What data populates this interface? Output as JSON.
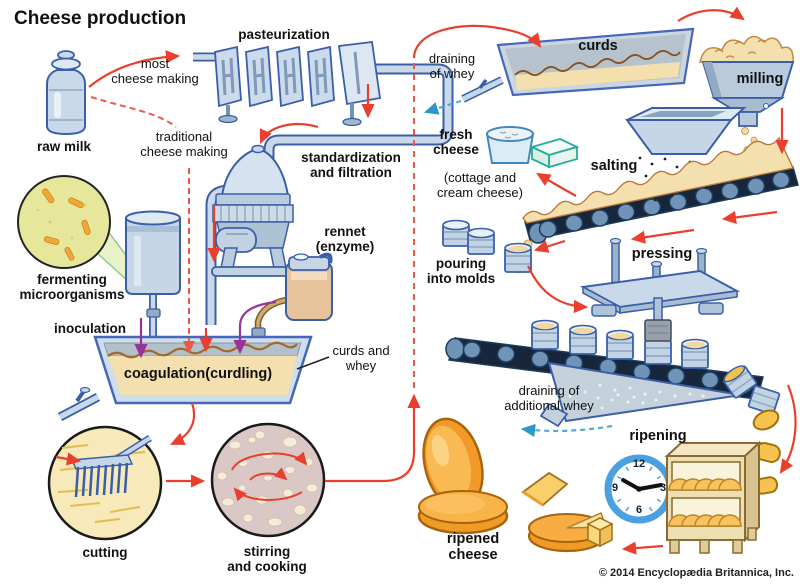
{
  "title": "Cheese production",
  "copyright": "© 2014 Encyclopædia Britannica, Inc.",
  "labels": {
    "raw_milk": "raw milk",
    "most_cheese_making": "most\ncheese making",
    "pasteurization": "pasteurization",
    "traditional_cheese_making": "traditional\ncheese making",
    "standardization_filtration": "standardization\nand filtration",
    "rennet": "rennet\n(enzyme)",
    "fermenting_microorganisms": "fermenting\nmicroorganisms",
    "inoculation": "inoculation",
    "coagulation": "coagulation(curdling)",
    "curds_and_whey": "curds and\nwhey",
    "cutting": "cutting",
    "stirring_cooking": "stirring\nand cooking",
    "draining_of_whey": "draining\nof whey",
    "curds": "curds",
    "milling": "milling",
    "fresh_cheese": "fresh\ncheese",
    "cottage_cream": "(cottage and\ncream cheese)",
    "salting": "salting",
    "pouring_into_molds": "pouring\ninto molds",
    "pressing": "pressing",
    "draining_additional_whey": "draining of\nadditional whey",
    "ripening": "ripening",
    "ripened_cheese": "ripened\ncheese"
  },
  "clock": {
    "twelve": "12",
    "three": "3",
    "six": "6",
    "nine": "9"
  },
  "colors": {
    "arrow_red": "#e8402c",
    "arrow_red_dashed": "#ea5a46",
    "whey_blue": "#4aaed2",
    "additive_purple": "#993399",
    "steel": "#c9d9e9",
    "steel_stroke": "#3a5fa8",
    "curds_tan": "#f4dfae",
    "cheese_orange": "#f2992a",
    "culture_yellow": "#e7e79c",
    "wood": "#eedfb2"
  }
}
